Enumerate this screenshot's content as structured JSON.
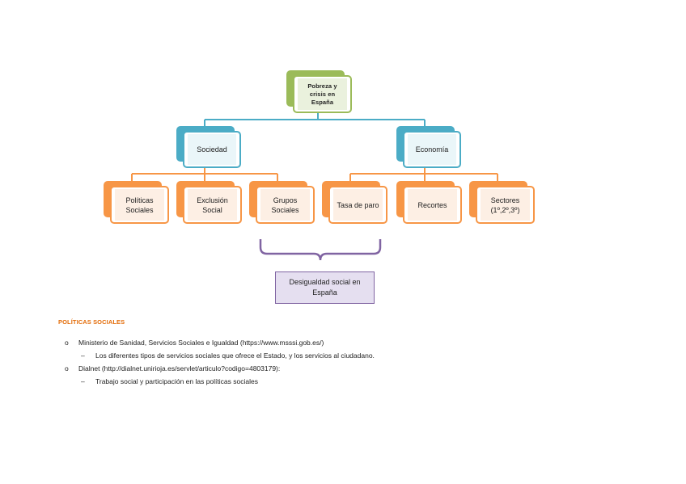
{
  "diagram": {
    "root": {
      "line1": "Pobreza y",
      "line2": "crisis en",
      "line3": "España"
    },
    "level1": [
      {
        "label": "Sociedad"
      },
      {
        "label": "Economía"
      }
    ],
    "level2": [
      {
        "line1": "Políticas",
        "line2": "Sociales"
      },
      {
        "line1": "Exclusión",
        "line2": "Social"
      },
      {
        "line1": "Grupos",
        "line2": "Sociales"
      },
      {
        "line1": "Tasa de paro",
        "line2": ""
      },
      {
        "line1": "Recortes",
        "line2": ""
      },
      {
        "line1": "Sectores",
        "line2": "(1º,2º,3º)"
      }
    ],
    "result": {
      "line1": "Desigualdad social en",
      "line2": "España"
    },
    "colors": {
      "root": "#9bbb59",
      "level1": "#4bacc6",
      "level2": "#f79646",
      "result": "#8064a2"
    }
  },
  "section": {
    "title": "Políticas sociales",
    "items": [
      {
        "bullet": "o",
        "text": "Ministerio de Sanidad, Servicios Sociales e Igualdad (https://www.msssi.gob.es/)",
        "sub": {
          "bullet": "–",
          "text": "Los diferentes tipos de servicios sociales que ofrece el Estado, y los servicios al ciudadano."
        }
      },
      {
        "bullet": "o",
        "text": "Dialnet (http://dialnet.unirioja.es/servlet/articulo?codigo=4803179):",
        "sub": {
          "bullet": "–",
          "text": "Trabajo social y participación en las políticas sociales"
        }
      }
    ]
  }
}
